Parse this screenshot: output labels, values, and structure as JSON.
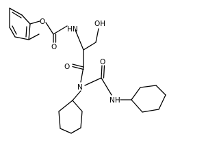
{
  "atom_labels": {
    "nh_carbamate": "HN",
    "o_carbamate_carbonyl": "O",
    "o_carbamate_ester": "O",
    "oh_hydroxyl": "OH",
    "o_amide": "O",
    "n_imide": "N",
    "o_urea": "O",
    "nh_urea": "NH"
  }
}
